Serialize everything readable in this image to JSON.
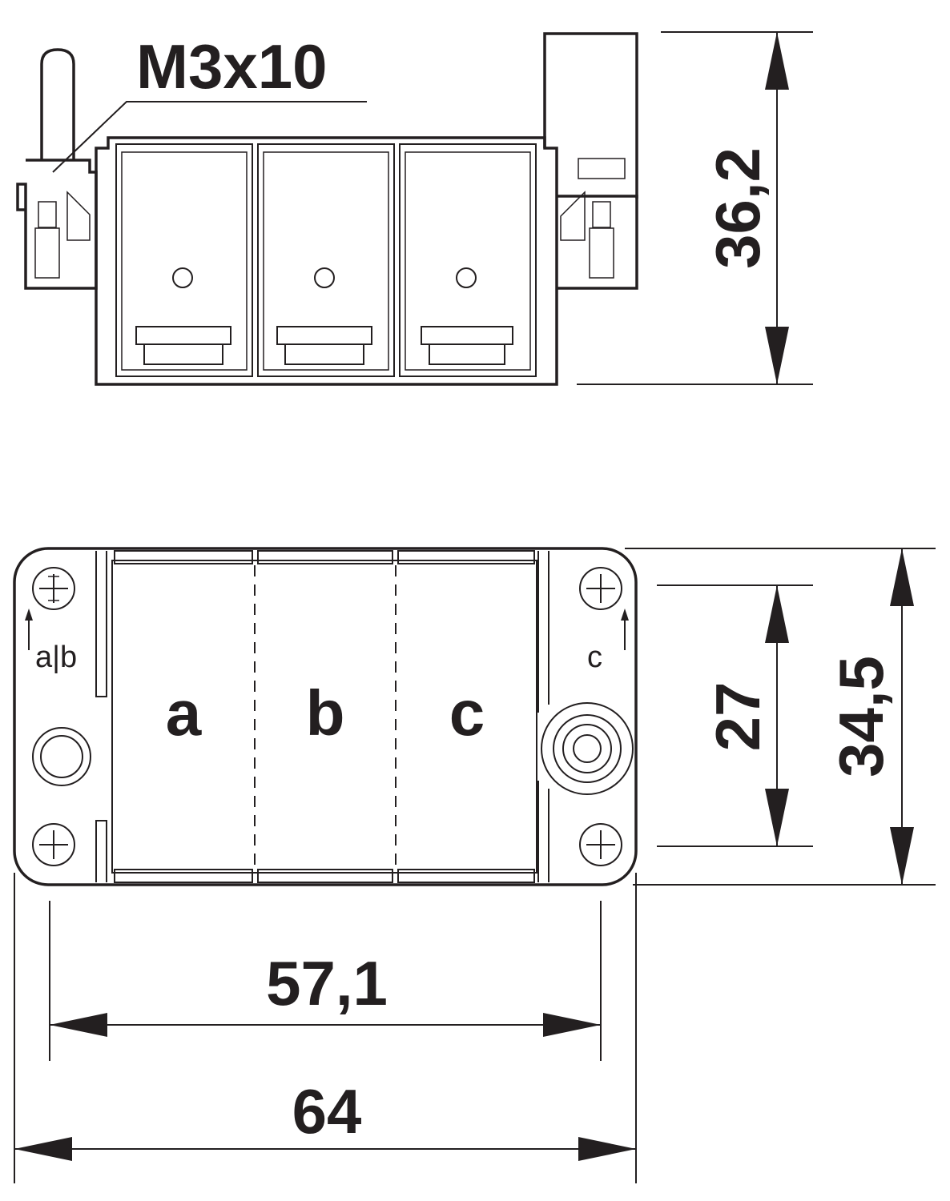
{
  "dimensions": {
    "screw": "M3x10",
    "height_side": "36,2",
    "height_inner": "27",
    "height_outer": "34,5",
    "width_inner": "57,1",
    "width_outer": "64"
  },
  "labels": {
    "module_a": "a",
    "module_b": "b",
    "module_c": "c",
    "side_left": "a|b",
    "side_right": "c"
  }
}
